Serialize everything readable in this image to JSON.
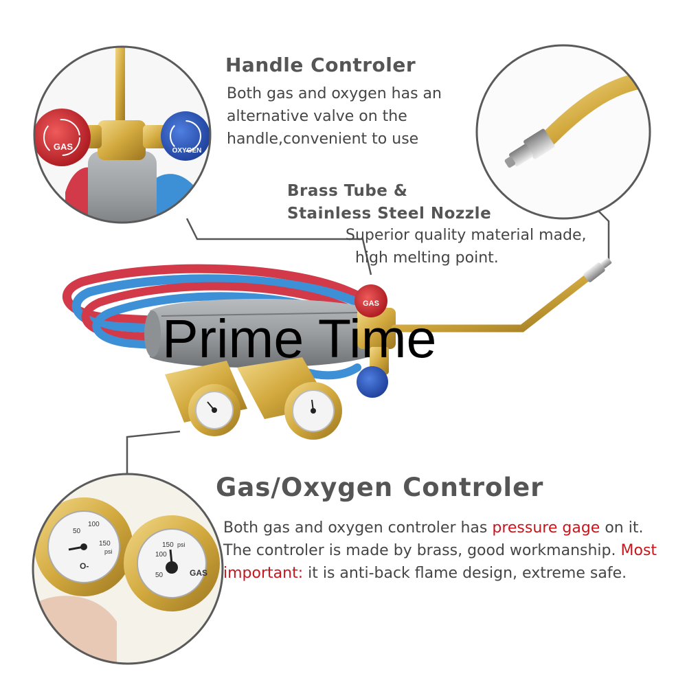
{
  "handle": {
    "title": "Handle Controler",
    "description": "Both gas and oxygen has an alternative valve on the handle,convenient to use",
    "valve_labels": [
      "GAS",
      "OXYGEN"
    ]
  },
  "nozzle": {
    "title_line1": "Brass Tube &",
    "title_line2": "Stainless Steel Nozzle",
    "desc_line1": "Superior quality material made,",
    "desc_line2": "high melting point."
  },
  "gas_oxygen": {
    "title": "Gas/Oxygen Controler",
    "desc_part1": "Both gas and oxygen controler has ",
    "desc_highlight1": "pressure gage",
    "desc_part2": " on it. The controler is made by brass, good workmanship. ",
    "desc_highlight2": "Most important:",
    "desc_part3": " it is anti-back flame design, extreme safe."
  },
  "gauges": {
    "unit": "psi",
    "ticks": [
      "50",
      "100",
      "150"
    ],
    "left_label": "O-",
    "right_label": "GAS"
  },
  "overlay_text": "Prime Time",
  "colors": {
    "gas_valve": "#c8222a",
    "oxygen_valve": "#1f4fb8",
    "brass": "#d2a93e",
    "hose_red": "#d23a4a",
    "hose_blue": "#3d8fd6",
    "handle_grey": "#8a8d90",
    "highlight": "#c8161d"
  }
}
